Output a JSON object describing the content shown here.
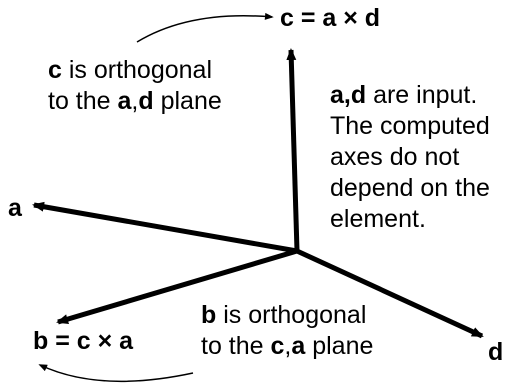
{
  "labels": {
    "c_axis": "c = a × d",
    "a_axis": "a",
    "b_axis": "b = c × a",
    "d_axis": "d"
  },
  "notes": {
    "c_note": {
      "bold1": "c",
      "text1": " is orthogonal",
      "text2": "to the ",
      "bold2": "a",
      "comma": ",",
      "bold3": "d",
      "text3": " plane"
    },
    "input_note": {
      "bold1": "a,d",
      "text1": " are input.",
      "line2": "The computed",
      "line3": "axes do not",
      "line4": "depend on the",
      "line5": "element."
    },
    "b_note": {
      "bold1": "b",
      "text1": " is orthogonal",
      "text2": "to the ",
      "bold2": "c",
      "comma": ",",
      "bold3": "a",
      "text3": " plane"
    }
  },
  "colors": {
    "stroke": "#000000",
    "background": "#ffffff"
  }
}
